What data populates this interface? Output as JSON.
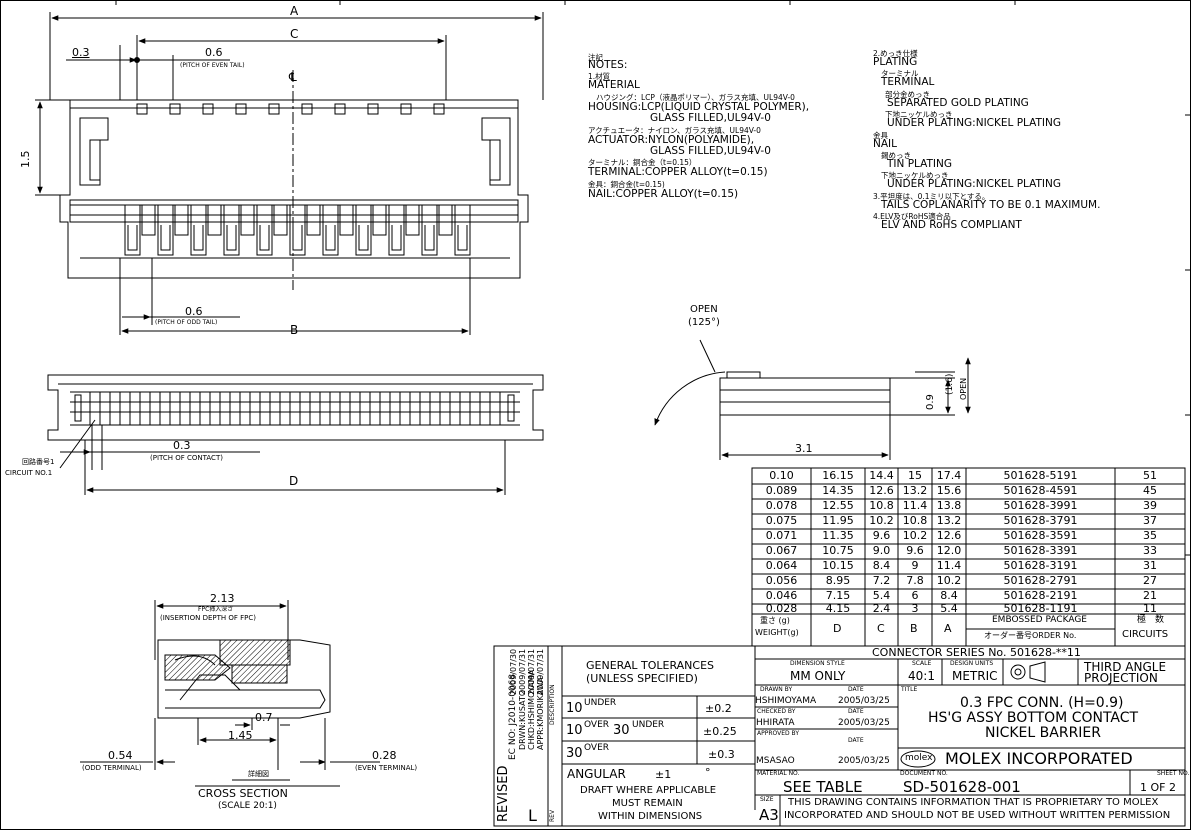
{
  "dimensions": {
    "A": "A",
    "C": "C",
    "B": "B",
    "D": "D",
    "left_offset": "0.3",
    "even_pitch_value": "0.6",
    "even_pitch_label": "(PITCH OF EVEN TAIL)",
    "centerline": "℄",
    "height_1_5": "1.5",
    "odd_pitch_value": "0.6",
    "odd_pitch_label": "(PITCH OF ODD TAIL)",
    "contact_pitch_value": "0.3",
    "contact_pitch_label": "(PITCH OF CONTACT)",
    "circuit_no_jp": "回路番号1",
    "circuit_no": "CIRCUIT NO.1",
    "open_label": "OPEN",
    "open_angle": "(125°)",
    "side_height": "0.9",
    "side_open_height": "(1.6)",
    "side_open_text": "OPEN",
    "side_width": "3.1"
  },
  "notes_left": [
    "注記",
    "NOTES:",
    "1.材質",
    "MATERIAL",
    "ハウジング：LCP（液晶ポリマー）、ガラス充填、UL94V-0",
    "HOUSING:LCP(LIQUID CRYSTAL POLYMER),",
    "GLASS FILLED,UL94V-0",
    "アクチュエータ：ナイロン、ガラス充填、UL94V-0",
    "ACTUATOR:NYLON(POLYAMIDE),",
    "GLASS FILLED,UL94V-0",
    "ターミナル：銅合金（t=0.15）",
    "TERMINAL:COPPER ALLOY(t=0.15)",
    "金具：銅合金(t=0.15)",
    "NAIL:COPPER ALLOY(t=0.15)"
  ],
  "notes_right": [
    "2.めっき仕様",
    "PLATING",
    "ターミナル",
    "TERMINAL",
    "部分金めっき",
    "SEPARATED GOLD PLATING",
    "下地ニッケルめっき",
    "UNDER PLATING:NICKEL PLATING",
    "金具",
    "NAIL",
    "錫めっき",
    "TIN PLATING",
    "下地ニッケルめっき",
    "UNDER PLATING:NICKEL PLATING",
    "3.平坦度は、0.1ミリ以下とする。",
    "TAILS COPLANARITY TO BE 0.1 MAXIMUM.",
    "4.ELV及びRoHS適合品",
    "ELV AND RoHS COMPLIANT"
  ],
  "cross_section": {
    "insertion_value": "2.13",
    "insertion_jp": "FPC挿入深さ",
    "insertion_label": "(INSERTION DEPTH OF FPC)",
    "dim_0_7": "0.7",
    "dim_1_45": "1.45",
    "dim_0_54": "0.54",
    "odd_terminal": "(ODD TERMINAL)",
    "dim_0_28": "0.28",
    "even_terminal": "(EVEN TERMINAL)",
    "detail_jp": "詳細図",
    "title": "CROSS SECTION",
    "scale": "(SCALE 20:1)"
  },
  "circuit_table": {
    "rows": [
      [
        "0.10",
        "16.15",
        "14.4",
        "15",
        "17.4",
        "501628-5191",
        "51"
      ],
      [
        "0.089",
        "14.35",
        "12.6",
        "13.2",
        "15.6",
        "501628-4591",
        "45"
      ],
      [
        "0.078",
        "12.55",
        "10.8",
        "11.4",
        "13.8",
        "501628-3991",
        "39"
      ],
      [
        "0.075",
        "11.95",
        "10.2",
        "10.8",
        "13.2",
        "501628-3791",
        "37"
      ],
      [
        "0.071",
        "11.35",
        "9.6",
        "10.2",
        "12.6",
        "501628-3591",
        "35"
      ],
      [
        "0.067",
        "10.75",
        "9.0",
        "9.6",
        "12.0",
        "501628-3391",
        "33"
      ],
      [
        "0.064",
        "10.15",
        "8.4",
        "9",
        "11.4",
        "501628-3191",
        "31"
      ],
      [
        "0.056",
        "8.95",
        "7.2",
        "7.8",
        "10.2",
        "501628-2791",
        "27"
      ],
      [
        "0.046",
        "7.15",
        "5.4",
        "6",
        "8.4",
        "501628-2191",
        "21"
      ],
      [
        "0.028",
        "4.15",
        "2.4",
        "3",
        "5.4",
        "501628-1191",
        "11"
      ]
    ],
    "hdr_weight_jp": "重さ (g)",
    "hdr_weight": "WEIGHT(g)",
    "hdr_D": "D",
    "hdr_C": "C",
    "hdr_B": "B",
    "hdr_A": "A",
    "hdr_emb": "EMBOSSED PACKAGE",
    "hdr_order": "オーダー番号ORDER No.",
    "hdr_circ_jp": "極　数",
    "hdr_circ": "CIRCUITS",
    "series": "CONNECTOR SERIES No. 501628-**11"
  },
  "title_block": {
    "revised_label": "REVISED",
    "ec_no": "EC NO: J2010-0068",
    "ec_date": "2009/07/30",
    "drwn": "DRWN:KUSATO",
    "drwn_date": "2009/07/31",
    "chkd": "CHKD:HSHIMOYAMA",
    "chkd_date": "2009/07/31",
    "appr": "APPR:KMORIKAWA",
    "appr_date": "2009/07/31",
    "rev_letter": "L",
    "description_label": "DESCRIPTION",
    "rev_label": "REV",
    "tol_title1": "GENERAL TOLERANCES",
    "tol_title2": "(UNLESS SPECIFIED)",
    "tol1_a": "10",
    "tol1_b": "UNDER",
    "tol1_v": "±0.2",
    "tol2_a": "10",
    "tol2_b": "OVER",
    "tol2_c": "30",
    "tol2_d": "UNDER",
    "tol2_v": "±0.25",
    "tol3_a": "30",
    "tol3_b": "OVER",
    "tol3_v": "±0.3",
    "angular": "ANGULAR",
    "angular_v": "±1",
    "angular_unit": "°",
    "draft1": "DRAFT WHERE APPLICABLE",
    "draft2": "MUST REMAIN",
    "draft3": "WITHIN DIMENSIONS",
    "dim_style_lbl": "DIMENSION STYLE",
    "dim_style": "MM ONLY",
    "scale_lbl": "SCALE",
    "scale": "40:1",
    "units_lbl": "DESIGN UNITS",
    "units": "METRIC",
    "projection1": "THIRD ANGLE",
    "projection2": "PROJECTION",
    "drawn_lbl": "DRAWN BY",
    "drawn": "HSHIMOYAMA",
    "drawn_date_lbl": "DATE",
    "drawn_date": "2005/03/25",
    "checked_lbl": "CHECKED BY",
    "checked": "HHIRATA",
    "checked_date_lbl": "DATE",
    "checked_date": "2005/03/25",
    "approved_lbl": "APPROVED BY",
    "approved": "MSASAO",
    "approved_date_lbl": "DATE",
    "approved_date": "2005/03/25",
    "title_lbl": "TITLE",
    "title1": "0.3 FPC CONN. (H=0.9)",
    "title2": "HS'G ASSY BOTTOM CONTACT",
    "title3": "NICKEL BARRIER",
    "logo": "molex",
    "company": "MOLEX INCORPORATED",
    "material_lbl": "MATERIAL NO.",
    "material": "SEE TABLE",
    "doc_lbl": "DOCUMENT NO.",
    "doc": "SD-501628-001",
    "sheet_lbl": "SHEET NO.",
    "sheet": "1 OF 2",
    "size_lbl": "SIZE",
    "size": "A3",
    "proprietary1": "THIS DRAWING CONTAINS INFORMATION THAT IS PROPRIETARY TO MOLEX",
    "proprietary2": "INCORPORATED AND SHOULD NOT BE USED WITHOUT WRITTEN PERMISSION"
  }
}
